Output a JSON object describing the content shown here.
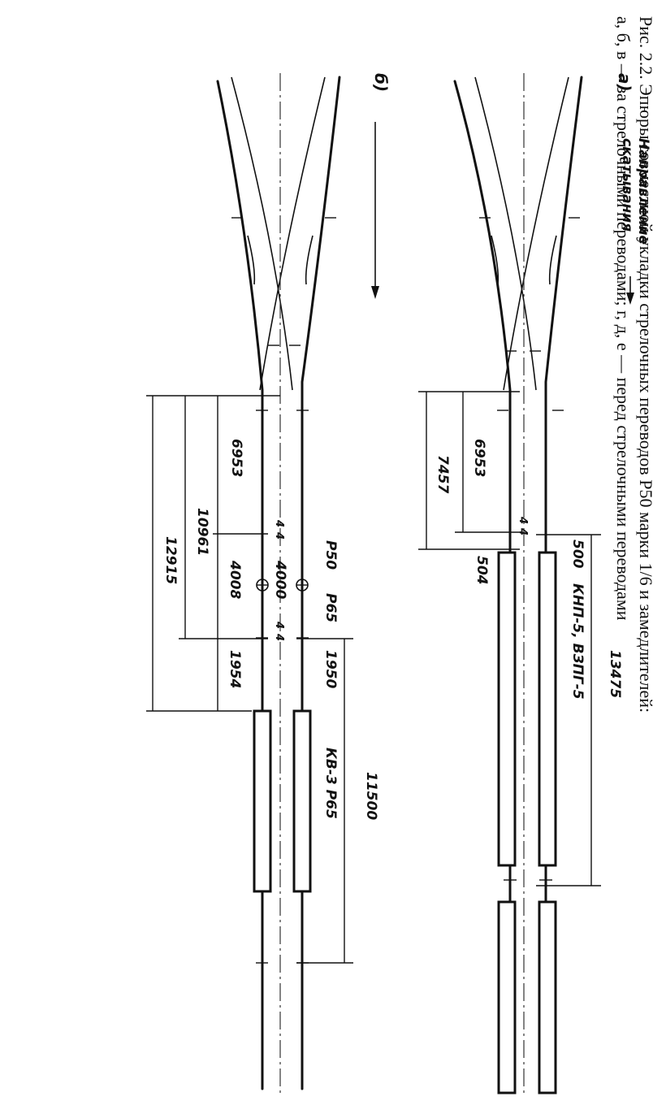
{
  "caption": {
    "line1": "Рис. 2.2. Эпюры совместной укладки стрелочных переводов Р50 марки 1/6 и замедлителей:",
    "line2": "а, б, в — за стрелочными переводами; г, д, е — перед стрелочными переводами"
  },
  "panel_a": {
    "letter": "а)",
    "direction_line1": "Направление",
    "direction_line2": "скатывания",
    "dims": [
      "6953",
      "7457",
      "504",
      "500",
      "КНП-5, ВЗПГ-5",
      "13475",
      "4",
      "4"
    ]
  },
  "panel_b": {
    "letter": "б)",
    "dims": [
      "6953",
      "10961",
      "12915",
      "4008",
      "1954",
      "4000",
      "4",
      "4",
      "4",
      "4",
      "Р50",
      "Р65",
      "1950",
      "КВ-3 Р65",
      "11500"
    ]
  }
}
